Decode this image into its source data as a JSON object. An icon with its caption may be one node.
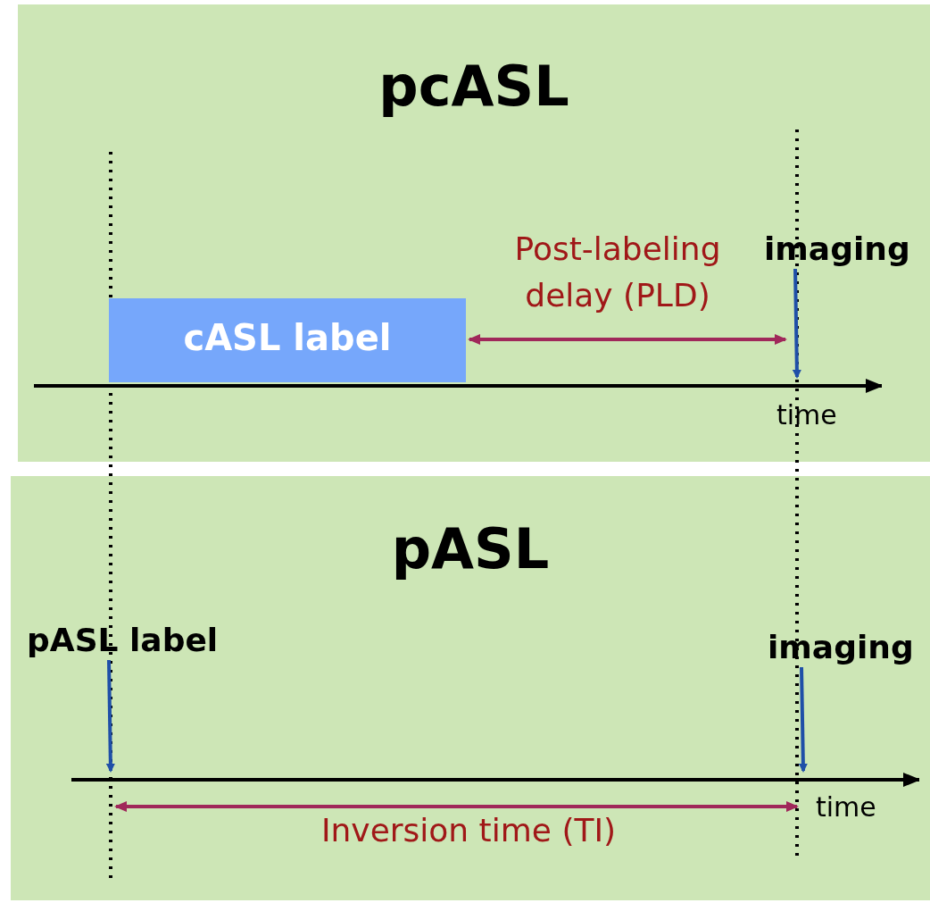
{
  "diagram": {
    "nodes": [
      {
        "text": [
          "pcASL"
        ]
      },
      {
        "text": [
          "cASL label"
        ],
        "in": 0
      },
      {
        "text": [
          "imaging"
        ],
        "in": 0
      },
      {
        "text": [],
        "shape": "arrow",
        "in": 0,
        "beside": [
          "time"
        ]
      },
      {
        "text": [
          "pASL"
        ]
      },
      {
        "text": [
          "pASL label"
        ],
        "in": 4
      },
      {
        "text": [
          "imaging"
        ],
        "in": 4
      },
      {
        "text": [],
        "shape": "arrow",
        "in": 4,
        "beside": [
          "time"
        ]
      }
    ],
    "edges": [
      {
        "from": 2,
        "to": 3,
        "arrow": "to"
      },
      {
        "from": 5,
        "to": 7,
        "arrow": "to"
      },
      {
        "from": 6,
        "to": 7,
        "arrow": "to"
      }
    ],
    "labels": [
      "Post-labeling delay (PLD)",
      "Inversion time (TI)"
    ]
  }
}
